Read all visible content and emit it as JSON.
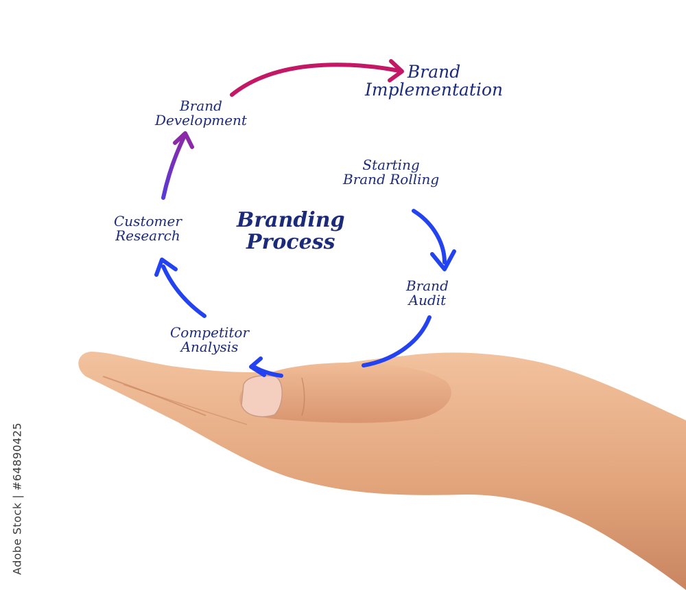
{
  "diagram": {
    "center_label": [
      "Branding",
      "Process"
    ],
    "steps": [
      {
        "id": "starting-brand-rolling",
        "lines": [
          "Starting",
          "Brand Rolling"
        ]
      },
      {
        "id": "brand-audit",
        "lines": [
          "Brand",
          "Audit"
        ]
      },
      {
        "id": "competitor-analysis",
        "lines": [
          "Competitor",
          "Analysis"
        ]
      },
      {
        "id": "customer-research",
        "lines": [
          "Customer",
          "Research"
        ]
      },
      {
        "id": "brand-development",
        "lines": [
          "Brand",
          "Development"
        ]
      },
      {
        "id": "brand-implementation",
        "lines": [
          "Brand",
          "Implementation"
        ]
      }
    ],
    "colors": {
      "text": "#1c2a7a",
      "arrow_blue": "#2443f0",
      "arrow_purple": "#7a2fb0",
      "arrow_magenta": "#c21865",
      "skin": "#e2a57c"
    }
  },
  "watermark": {
    "id_text": "Adobe Stock | #64890425"
  }
}
